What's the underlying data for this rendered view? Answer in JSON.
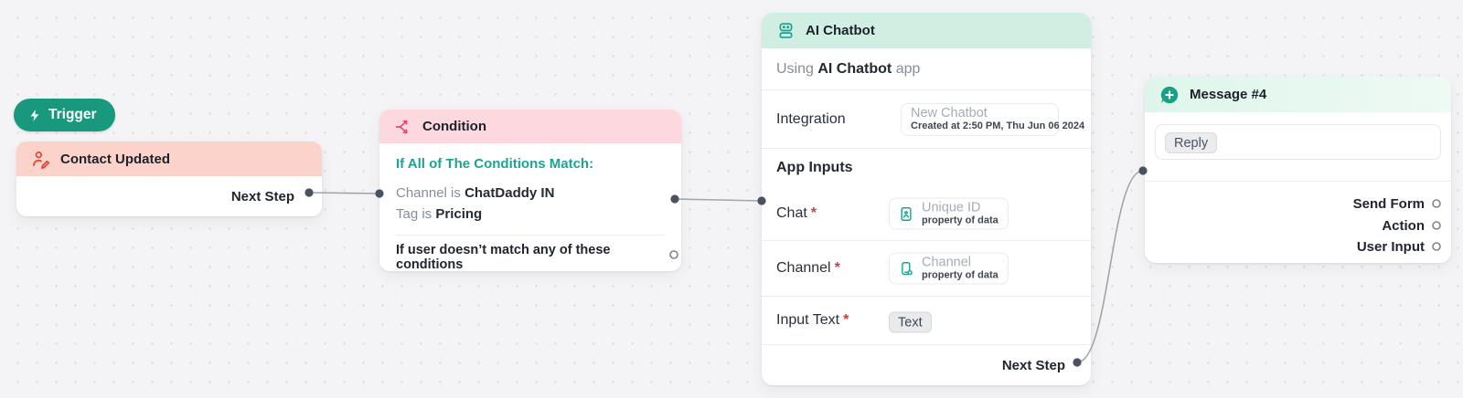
{
  "colors": {
    "brand_teal": "#18997e",
    "icon_teal": "#16a390",
    "teal_heading": "#1ba394",
    "contact_header": "#fcd3cb",
    "contact_icon": "#df442e",
    "condition_header": "#fdd9df",
    "condition_icon": "#e8476f",
    "chatbot_header": "#d0eee2",
    "message_header": "#dff5eb",
    "canvas_bg": "#f4f4f6"
  },
  "trigger": {
    "label": "Trigger"
  },
  "contact_node": {
    "title": "Contact Updated",
    "next_step": "Next Step"
  },
  "condition_node": {
    "title": "Condition",
    "match_heading": "If All of The Conditions Match:",
    "conditions": [
      {
        "prefix": "Channel is",
        "value": "ChatDaddy IN"
      },
      {
        "prefix": "Tag is",
        "value": "Pricing"
      }
    ],
    "else_label": "If user doesn’t match any of these conditions"
  },
  "chatbot_node": {
    "title": "AI Chatbot",
    "using_prefix": "Using",
    "using_app": "AI Chatbot",
    "using_suffix": "app",
    "integration": {
      "label": "Integration",
      "value": "New Chatbot",
      "meta": "Created at 2:50 PM, Thu Jun 06 2024"
    },
    "app_inputs_heading": "App Inputs",
    "inputs": [
      {
        "label": "Chat",
        "required": "*",
        "chip_title": "Unique ID",
        "chip_sub": "property of data"
      },
      {
        "label": "Channel",
        "required": "*",
        "chip_title": "Channel",
        "chip_sub": "property of data"
      },
      {
        "label": "Input Text",
        "required": "*",
        "chip_text": "Text"
      }
    ],
    "next_step": "Next Step"
  },
  "message_node": {
    "title": "Message #4",
    "reply_chip": "Reply",
    "outputs": [
      "Send Form",
      "Action",
      "User Input"
    ]
  }
}
